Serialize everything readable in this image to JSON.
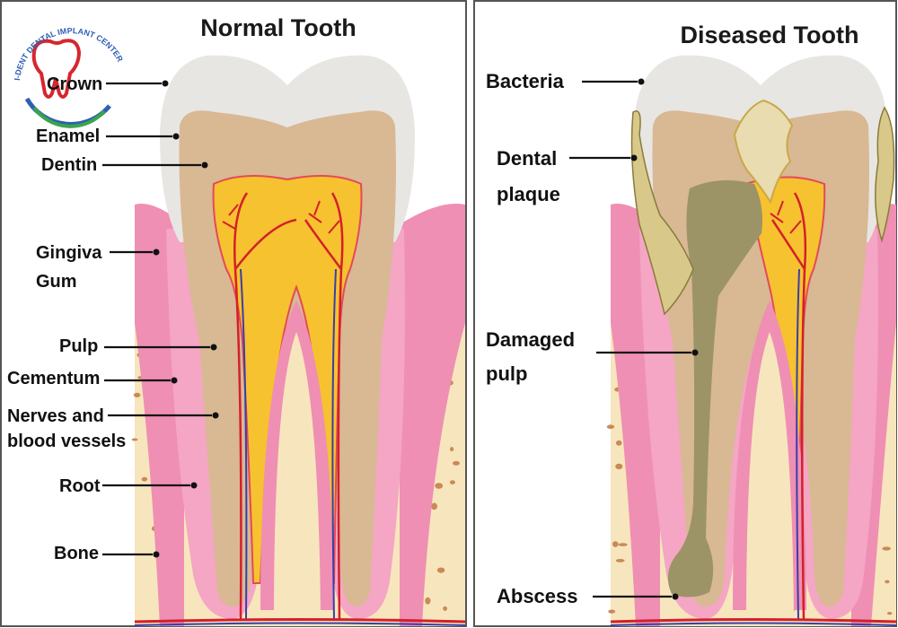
{
  "panels": [
    {
      "title": "Normal Tooth",
      "labels": [
        {
          "key": "crown",
          "lines": [
            "Crown"
          ]
        },
        {
          "key": "enamel",
          "lines": [
            "Enamel"
          ]
        },
        {
          "key": "dentin",
          "lines": [
            "Dentin"
          ]
        },
        {
          "key": "gingiva",
          "lines": [
            "Gingiva",
            "Gum"
          ]
        },
        {
          "key": "pulp",
          "lines": [
            "Pulp"
          ]
        },
        {
          "key": "cementum",
          "lines": [
            "Cementum"
          ]
        },
        {
          "key": "nerves",
          "lines": [
            "Nerves and",
            "blood vessels"
          ]
        },
        {
          "key": "root",
          "lines": [
            "Root"
          ]
        },
        {
          "key": "bone",
          "lines": [
            "Bone"
          ]
        }
      ]
    },
    {
      "title": "Diseased Tooth",
      "labels": [
        {
          "key": "bacteria",
          "lines": [
            "Bacteria"
          ]
        },
        {
          "key": "dental-plaque",
          "lines": [
            "Dental",
            "plaque"
          ]
        },
        {
          "key": "damaged-pulp",
          "lines": [
            "Damaged",
            "pulp"
          ]
        },
        {
          "key": "abscess",
          "lines": [
            "Abscess"
          ]
        }
      ]
    }
  ],
  "logo": {
    "arc_text": "I-DENT DENTAL IMPLANT CENTER"
  },
  "colors": {
    "enamel": "#e8e6e3",
    "dentin": "#d9b894",
    "pulp": "#f7c22f",
    "gum": "#ef8fb3",
    "bone": "#f7e6bd",
    "bone_spots": "#c98a55",
    "vessel_red": "#d4202a",
    "vessel_blue": "#3a3fa8",
    "decay": "#9c9466",
    "plaque": "#d8c98a",
    "logo_red": "#d7262e"
  }
}
